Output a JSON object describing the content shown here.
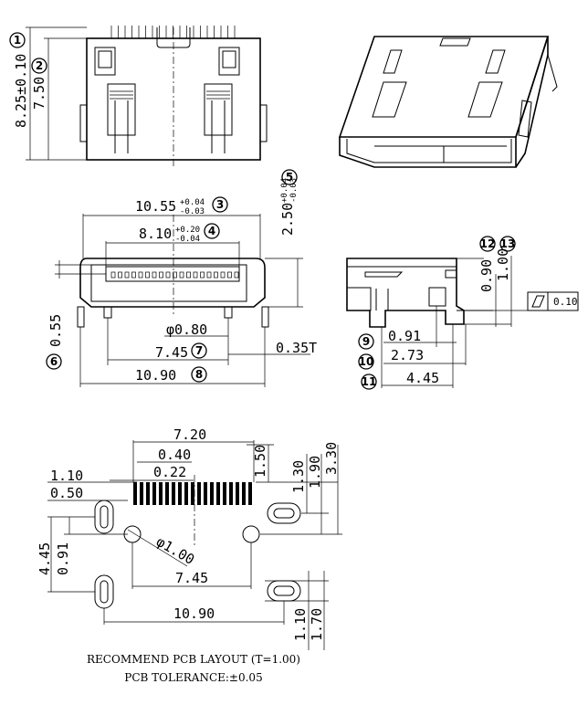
{
  "top_view": {
    "callout_1": "1",
    "callout_2": "2",
    "dim_1": "8.25±0.10",
    "dim_2": "7.50"
  },
  "front_view": {
    "dim_3_base": "10.55",
    "dim_3_tol_plus": "+0.04",
    "dim_3_tol_minus": "-0.03",
    "callout_3": "3",
    "dim_4_base": "8.10",
    "dim_4_tol_plus": "+0.20",
    "dim_4_tol_minus": "-0.04",
    "callout_4": "4",
    "callout_5": "5",
    "dim_5_base": "2.50",
    "dim_5_tol_plus": "+0.04",
    "dim_5_tol_minus": "-0.03",
    "dim_6": "0.55",
    "callout_6": "6",
    "dim_hole": "φ0.80",
    "dim_7": "7.45",
    "callout_7": "7",
    "dim_t": "0.35T",
    "dim_8": "10.90",
    "callout_8": "8"
  },
  "side_view": {
    "callout_12": "12",
    "callout_13": "13",
    "dim_12": "0.90",
    "dim_13": "1.00",
    "flatness": "0.10",
    "callout_9": "9",
    "dim_9": "0.91",
    "callout_10": "10",
    "dim_10": "2.73",
    "callout_11": "11",
    "dim_11": "4.45"
  },
  "pcb_layout": {
    "dim_720": "7.20",
    "dim_040": "0.40",
    "dim_022": "0.22",
    "dim_110_top": "1.10",
    "dim_050": "0.50",
    "dim_150": "1.50",
    "dim_130": "1.30",
    "dim_190": "1.90",
    "dim_330": "3.30",
    "dim_445": "4.45",
    "dim_091": "0.91",
    "dim_hole": "φ1.00",
    "dim_745": "7.45",
    "dim_1090": "10.90",
    "dim_110_bottom": "1.10",
    "dim_170": "1.70",
    "caption_line1": "RECOMMEND PCB LAYOUT (T=1.00)",
    "caption_line2": "PCB TOLERANCE:±0.05"
  }
}
